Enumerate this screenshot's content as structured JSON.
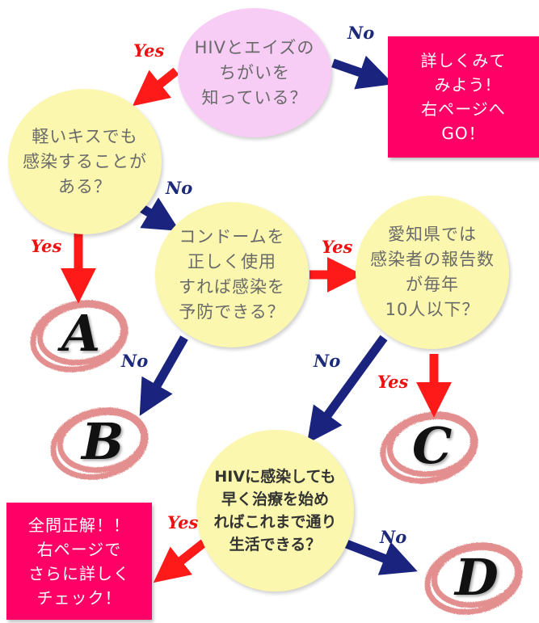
{
  "questions": {
    "q1": "HIVとエイズの\nちがいを\n知っている？",
    "q2": "軽いキスでも\n感染することが\nある？",
    "q3": "コンドームを\n正しく使用\nすれば感染を\n予防できる？",
    "q4": "愛知県では\n感染者の報告数\nが毎年\n10人以下？",
    "q5": "HIVに感染しても\n早く治療を始め\nればこれまで通り\n生活できる？"
  },
  "boxes": {
    "top_right": "詳しくみて\nみよう!\n右ページへ\nGO！",
    "bottom_left": "全問正解！！\n右ページで\nさらに詳しく\nチェック！"
  },
  "labels": {
    "yes": "Yes",
    "no": "No"
  },
  "results": {
    "a": "A",
    "b": "B",
    "c": "C",
    "d": "D"
  },
  "colors": {
    "yes_arrow": "#ff1a1a",
    "no_arrow": "#1a237e",
    "box": "#ff0066",
    "circle_ring": "#e07c7c"
  }
}
